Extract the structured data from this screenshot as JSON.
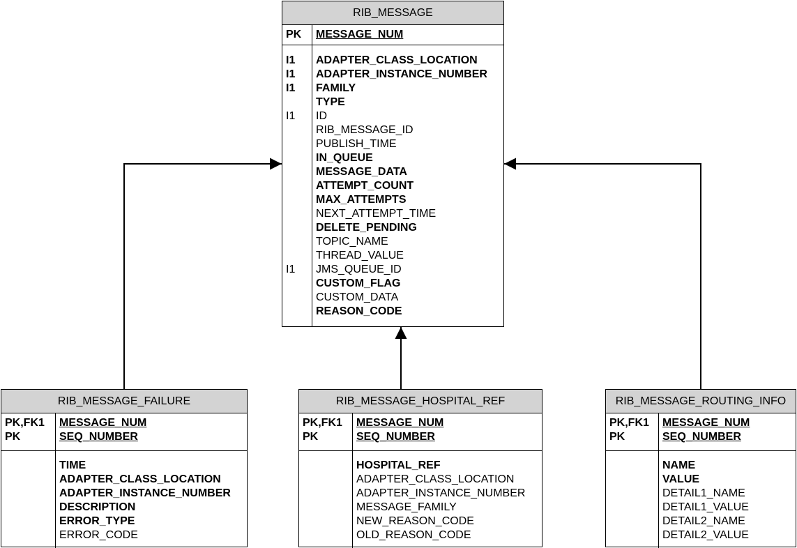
{
  "entities": {
    "rib_message": {
      "title": "RIB_MESSAGE",
      "pk_rows": [
        {
          "key": "PK",
          "attr": "MESSAGE_NUM",
          "bold": true
        }
      ],
      "rows": [
        {
          "key": "I1",
          "attr": "ADAPTER_CLASS_LOCATION",
          "bold": true
        },
        {
          "key": "I1",
          "attr": "ADAPTER_INSTANCE_NUMBER",
          "bold": true
        },
        {
          "key": "I1",
          "attr": "FAMILY",
          "bold": true
        },
        {
          "key": "",
          "attr": "TYPE",
          "bold": true
        },
        {
          "key": "I1",
          "attr": "ID",
          "bold": false
        },
        {
          "key": "",
          "attr": "RIB_MESSAGE_ID",
          "bold": false
        },
        {
          "key": "",
          "attr": "PUBLISH_TIME",
          "bold": false
        },
        {
          "key": "",
          "attr": "IN_QUEUE",
          "bold": true
        },
        {
          "key": "",
          "attr": "MESSAGE_DATA",
          "bold": true
        },
        {
          "key": "",
          "attr": "ATTEMPT_COUNT",
          "bold": true
        },
        {
          "key": "",
          "attr": "MAX_ATTEMPTS",
          "bold": true
        },
        {
          "key": "",
          "attr": "NEXT_ATTEMPT_TIME",
          "bold": false
        },
        {
          "key": "",
          "attr": "DELETE_PENDING",
          "bold": true
        },
        {
          "key": "",
          "attr": "TOPIC_NAME",
          "bold": false
        },
        {
          "key": "",
          "attr": "THREAD_VALUE",
          "bold": false
        },
        {
          "key": "I1",
          "attr": "JMS_QUEUE_ID",
          "bold": false
        },
        {
          "key": "",
          "attr": "CUSTOM_FLAG",
          "bold": true
        },
        {
          "key": "",
          "attr": "CUSTOM_DATA",
          "bold": false
        },
        {
          "key": "",
          "attr": "REASON_CODE",
          "bold": true
        }
      ]
    },
    "rib_message_failure": {
      "title": "RIB_MESSAGE_FAILURE",
      "pk_rows": [
        {
          "key": "PK,FK1",
          "attr": "MESSAGE_NUM",
          "bold": true
        },
        {
          "key": "PK",
          "attr": "SEQ_NUMBER",
          "bold": true
        }
      ],
      "rows": [
        {
          "key": "",
          "attr": "TIME",
          "bold": true
        },
        {
          "key": "",
          "attr": "ADAPTER_CLASS_LOCATION",
          "bold": true
        },
        {
          "key": "",
          "attr": "ADAPTER_INSTANCE_NUMBER",
          "bold": true
        },
        {
          "key": "",
          "attr": "DESCRIPTION",
          "bold": true
        },
        {
          "key": "",
          "attr": "ERROR_TYPE",
          "bold": true
        },
        {
          "key": "",
          "attr": "ERROR_CODE",
          "bold": false
        }
      ]
    },
    "rib_message_hospital_ref": {
      "title": "RIB_MESSAGE_HOSPITAL_REF",
      "pk_rows": [
        {
          "key": "PK,FK1",
          "attr": "MESSAGE_NUM",
          "bold": true
        },
        {
          "key": "PK",
          "attr": "SEQ_NUMBER",
          "bold": true
        }
      ],
      "rows": [
        {
          "key": "",
          "attr": "HOSPITAL_REF",
          "bold": true
        },
        {
          "key": "",
          "attr": "ADAPTER_CLASS_LOCATION",
          "bold": false
        },
        {
          "key": "",
          "attr": "ADAPTER_INSTANCE_NUMBER",
          "bold": false
        },
        {
          "key": "",
          "attr": "MESSAGE_FAMILY",
          "bold": false
        },
        {
          "key": "",
          "attr": "NEW_REASON_CODE",
          "bold": false
        },
        {
          "key": "",
          "attr": "OLD_REASON_CODE",
          "bold": false
        }
      ]
    },
    "rib_message_routing_info": {
      "title": "RIB_MESSAGE_ROUTING_INFO",
      "pk_rows": [
        {
          "key": "PK,FK1",
          "attr": "MESSAGE_NUM",
          "bold": true
        },
        {
          "key": "PK",
          "attr": "SEQ_NUMBER",
          "bold": true
        }
      ],
      "rows": [
        {
          "key": "",
          "attr": "NAME",
          "bold": true
        },
        {
          "key": "",
          "attr": "VALUE",
          "bold": true
        },
        {
          "key": "",
          "attr": "DETAIL1_NAME",
          "bold": false
        },
        {
          "key": "",
          "attr": "DETAIL1_VALUE",
          "bold": false
        },
        {
          "key": "",
          "attr": "DETAIL2_NAME",
          "bold": false
        },
        {
          "key": "",
          "attr": "DETAIL2_VALUE",
          "bold": false
        }
      ]
    }
  },
  "relationships": [
    {
      "from": "rib_message_failure",
      "to": "rib_message"
    },
    {
      "from": "rib_message_hospital_ref",
      "to": "rib_message"
    },
    {
      "from": "rib_message_routing_info",
      "to": "rib_message"
    }
  ]
}
